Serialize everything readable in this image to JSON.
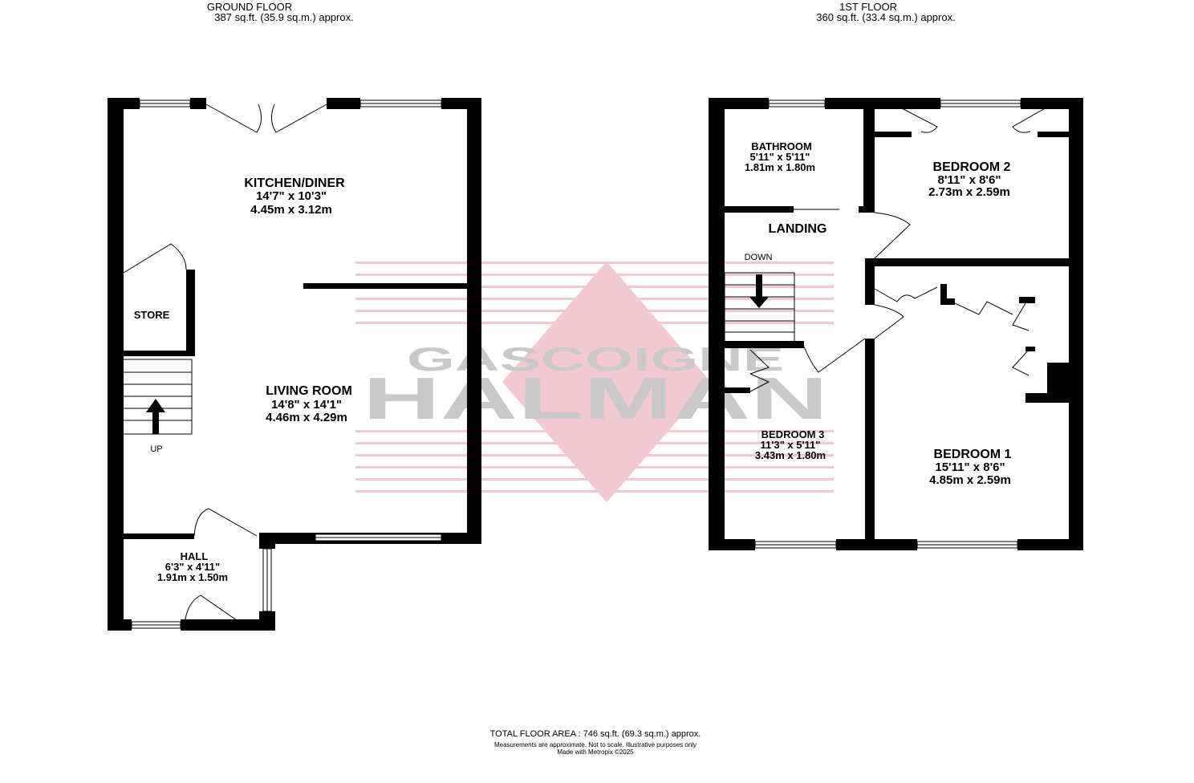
{
  "floors": {
    "ground": {
      "title": "GROUND FLOOR",
      "area": "387 sq.ft. (35.9 sq.m.) approx.",
      "rooms": {
        "kitchen": {
          "name": "KITCHEN/DINER",
          "imperial": "14'7\"  x 10'3\"",
          "metric": "4.45m  x 3.12m"
        },
        "store": {
          "name": "STORE"
        },
        "living": {
          "name": "LIVING ROOM",
          "imperial": "14'8\"  x 14'1\"",
          "metric": "4.46m  x 4.29m"
        },
        "hall": {
          "name": "HALL",
          "imperial": "6'3\"  x 4'11\"",
          "metric": "1.91m  x 1.50m"
        }
      },
      "stairs_label": "UP"
    },
    "first": {
      "title": "1ST FLOOR",
      "area": "360 sq.ft. (33.4 sq.m.) approx.",
      "rooms": {
        "bathroom": {
          "name": "BATHROOM",
          "imperial": "5'11\"  x 5'11\"",
          "metric": "1.81m  x 1.80m"
        },
        "bedroom2": {
          "name": "BEDROOM 2",
          "imperial": "8'11\"  x 8'6\"",
          "metric": "2.73m  x 2.59m"
        },
        "landing": {
          "name": "LANDING"
        },
        "bedroom3": {
          "name": "BEDROOM 3",
          "imperial": "11'3\"  x 5'11\"",
          "metric": "3.43m  x 1.80m"
        },
        "bedroom1": {
          "name": "BEDROOM 1",
          "imperial": "15'11\"  x 8'6\"",
          "metric": "4.85m  x 2.59m"
        }
      },
      "stairs_label": "DOWN"
    }
  },
  "watermark": {
    "line1": "GASCOIGNE",
    "line2": "HALMAN"
  },
  "footer": {
    "total": "TOTAL FLOOR AREA : 746 sq.ft. (69.3 sq.m.) approx.",
    "disclaimer": "Measurements are approximate.  Not to scale.  Illustrative purposes only",
    "credit": "Made with Metropix ©2025"
  },
  "colors": {
    "wall": "#000000",
    "watermark_pink": "#f2c9d0",
    "watermark_grey": "#c9c9c9"
  }
}
